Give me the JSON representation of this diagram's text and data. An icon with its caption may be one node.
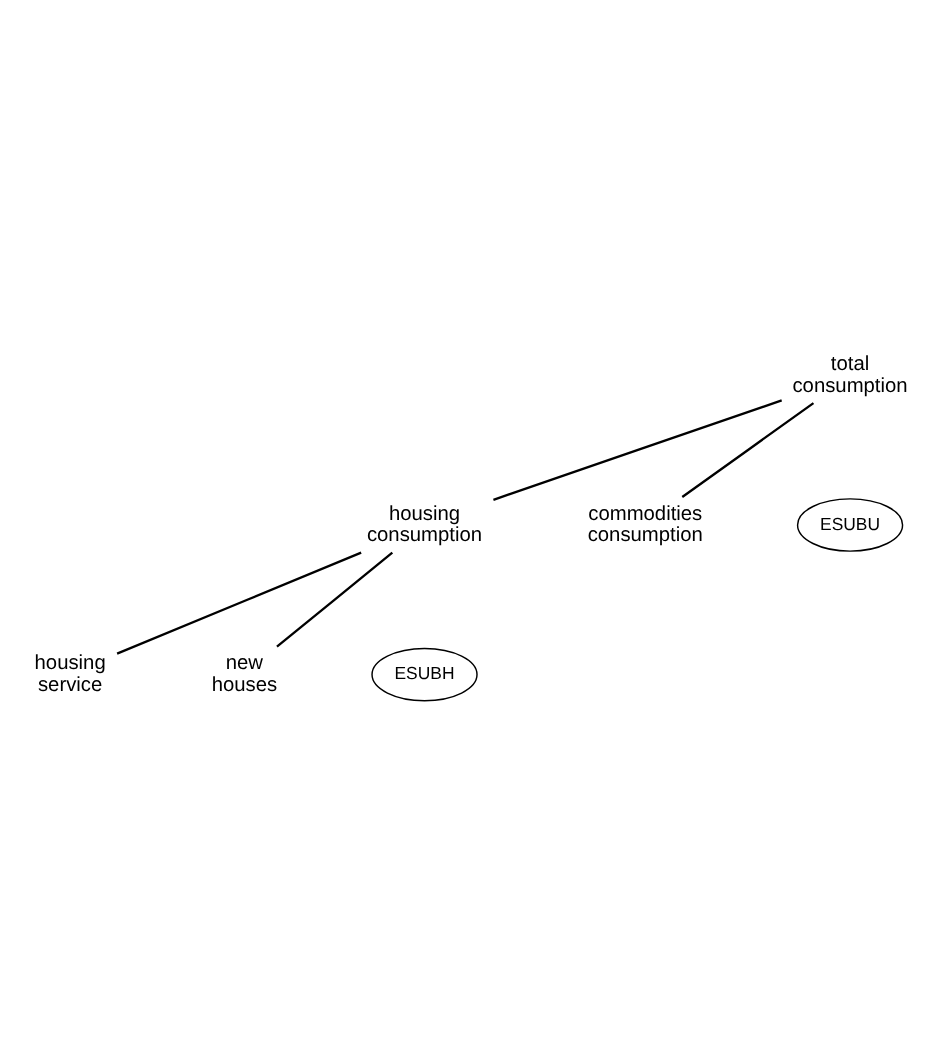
{
  "diagram": {
    "nodes": [
      {
        "text": [
          "total consumption"
        ]
      },
      {
        "text": [
          "housing consumption"
        ]
      },
      {
        "text": [
          "commodities consumption"
        ]
      },
      {
        "text": [
          "housing service"
        ]
      },
      {
        "text": [
          "new houses"
        ]
      }
    ],
    "edges": [
      {
        "from": 0,
        "to": 1,
        "arrow": "none"
      },
      {
        "from": 0,
        "to": 2,
        "arrow": "none"
      },
      {
        "from": 1,
        "to": 3,
        "arrow": "none"
      },
      {
        "from": 1,
        "to": 4,
        "arrow": "none"
      }
    ],
    "labels": [
      "ESUBU",
      "ESUBH"
    ]
  }
}
